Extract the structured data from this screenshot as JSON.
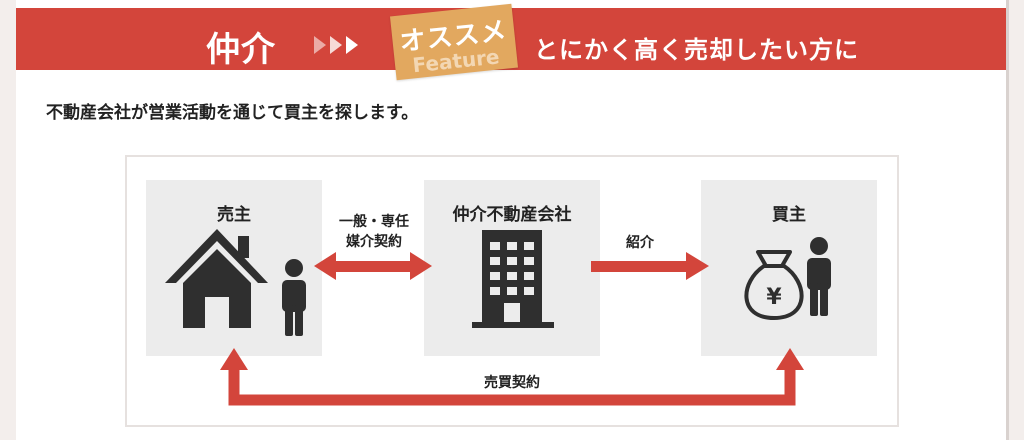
{
  "header": {
    "title": "仲介",
    "badge_jp": "オススメ",
    "badge_en": "Feature",
    "subtitle": "とにかく高く売却したい方に"
  },
  "intro_text": "不動産会社が営業活動を通じて買主を探します。",
  "diagram": {
    "nodes": [
      {
        "label": "売主"
      },
      {
        "label": "仲介不動産会社"
      },
      {
        "label": "買主"
      }
    ],
    "edges": {
      "seller_agent_line1": "一般・専任",
      "seller_agent_line2": "媒介契約",
      "agent_buyer": "紹介",
      "seller_buyer": "売買契約"
    },
    "icons": {
      "seller": [
        "house-icon",
        "person-icon"
      ],
      "agent": [
        "building-icon"
      ],
      "buyer": [
        "money-bag-icon",
        "person-icon"
      ]
    },
    "colors": {
      "accent": "#d3453b",
      "badge": "#e2a85f",
      "icon": "#2f2f2f",
      "box": "#ececec"
    },
    "money_symbol": "¥"
  }
}
